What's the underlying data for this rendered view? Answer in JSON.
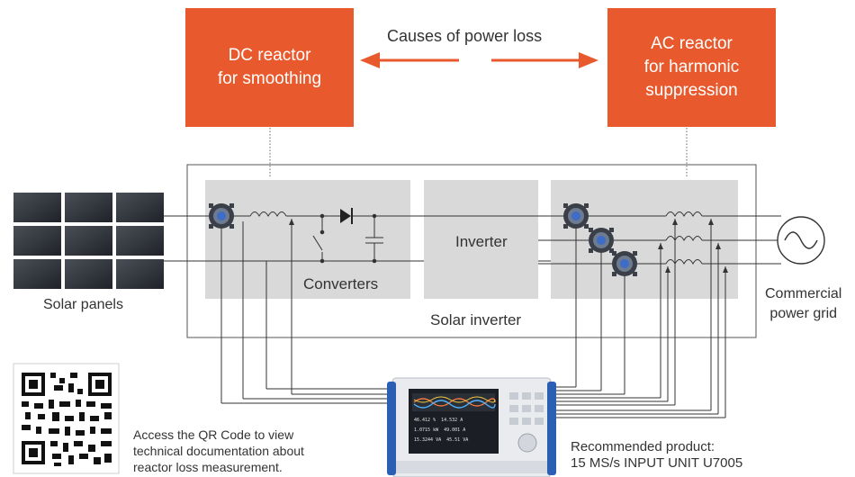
{
  "reactors": {
    "dc": {
      "line1": "DC reactor",
      "line2": "for smoothing"
    },
    "ac": {
      "line1": "AC reactor",
      "line2": "for harmonic",
      "line3": "suppression"
    },
    "causes_label": "Causes of power loss"
  },
  "blocks": {
    "converters": "Converters",
    "inverter": "Inverter",
    "solar_inverter": "Solar inverter"
  },
  "labels": {
    "solar_panels": "Solar panels",
    "grid_line1": "Commercial",
    "grid_line2": "power grid"
  },
  "qr": {
    "line1": "Access the QR Code to view",
    "line2": "technical documentation about",
    "line3": "reactor loss measurement."
  },
  "product": {
    "line1": "Recommended product:",
    "line2": "15 MS/s INPUT UNIT U7005",
    "screen_rows": [
      [
        "46.412 %",
        "14.532 A"
      ],
      [
        "1.0715 kW",
        "49.001 A"
      ],
      [
        "15.3244 VA",
        "45.51 VA"
      ]
    ]
  },
  "colors": {
    "orange": "#e85a2d",
    "block_gray": "#d9d9d9",
    "line": "#333333",
    "device_blue": "#2b5fb4"
  }
}
